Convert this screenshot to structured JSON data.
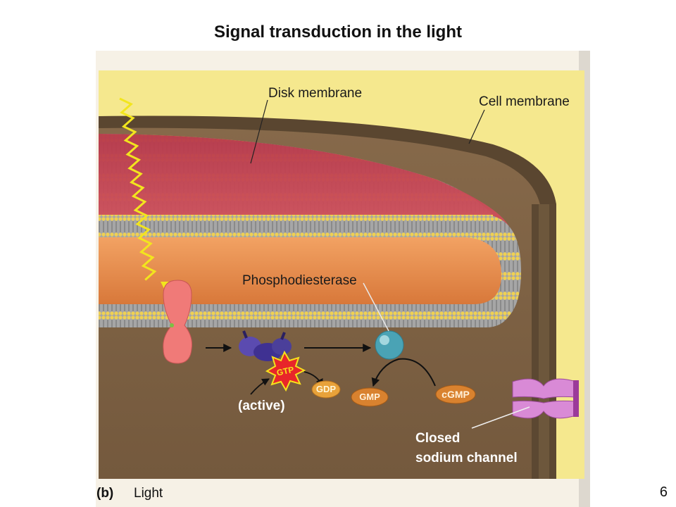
{
  "slide": {
    "title": "Signal transduction in the light",
    "page_number": "6"
  },
  "figure": {
    "panel_letter": "(b)",
    "panel_caption": "Light",
    "labels": {
      "disk_membrane": "Disk membrane",
      "cell_membrane": "Cell membrane",
      "phosphodiesterase": "Phosphodiesterase",
      "gtp": "GTP",
      "active": "(active)",
      "gdp": "GDP",
      "gmp": "GMP",
      "cgmp": "cGMP",
      "closed_line1": "Closed",
      "closed_line2": "sodium channel"
    },
    "colors": {
      "background_yellow": "#f5e88e",
      "cytoplasm_brown": "#7d6447",
      "disk_red": "#c0424c",
      "disk_orange": "#e89350",
      "membrane_gray": "#9a9a9a",
      "lipid_head": "#e8c84a",
      "light_ray": "#f2e51e",
      "rhodopsin": "#f07a78",
      "transducin": "#4b3f9a",
      "gtp_star": "#e8262a",
      "phosphodiesterase": "#4aa3b5",
      "nucleotide_pill": "#d9822f",
      "sodium_channel": "#d98ad6"
    }
  }
}
